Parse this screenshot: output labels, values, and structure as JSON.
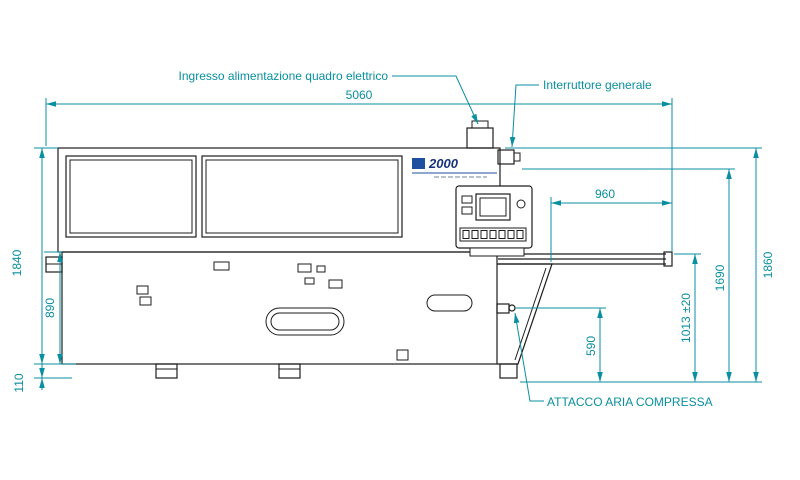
{
  "colors": {
    "dimension_teal": "#0a8fa0",
    "drawing_black": "#1d1d1d",
    "nameplate_blue": "#1f4fa0",
    "background": "#ffffff"
  },
  "nameplate": {
    "model": "2000"
  },
  "callouts": {
    "power_inlet": "Ingresso alimentazione quadro elettrico",
    "main_switch": "Interruttore generale",
    "compressed_air": "ATTACCO ARIA COMPRESSA"
  },
  "dimensions_mm": {
    "total_length": "5060",
    "overall_height_left": "1840",
    "cabinet_base_height": "890",
    "foot_height": "110",
    "outfeed_support_length": "960",
    "overall_height_right": "1860",
    "panel_height": "1690",
    "worktop_height": "1013 ±20",
    "air_inlet_height": "590"
  }
}
